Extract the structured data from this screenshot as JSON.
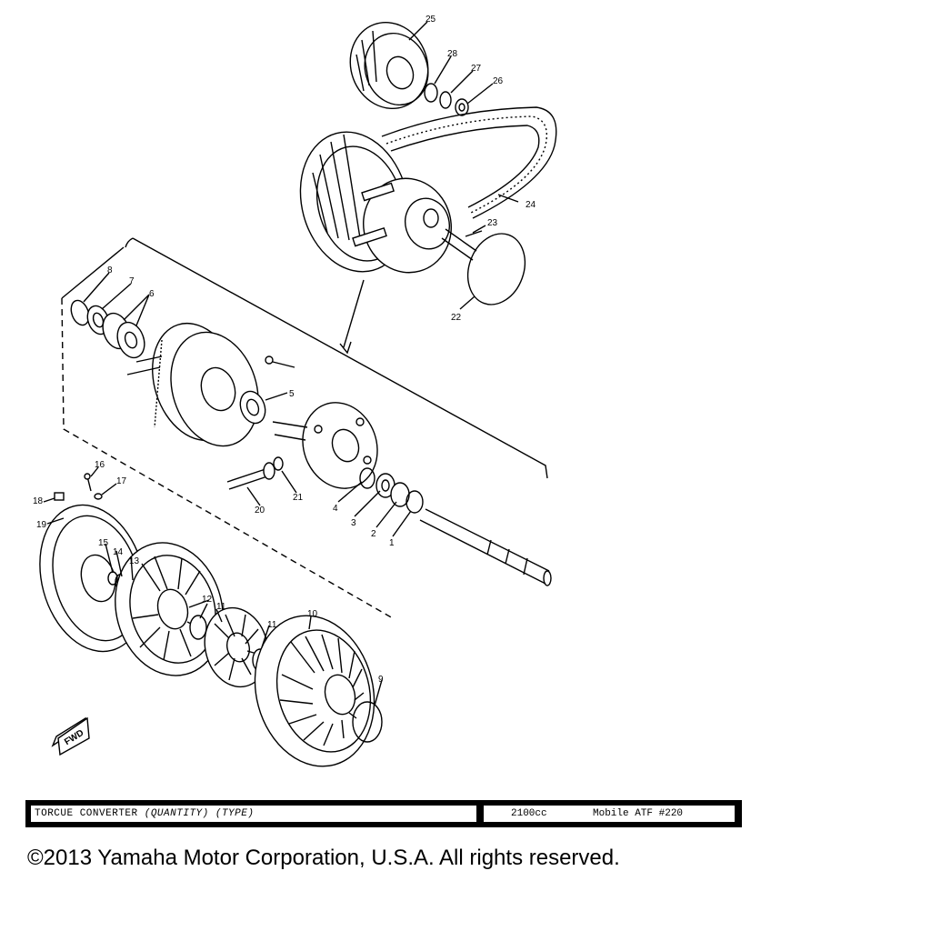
{
  "parts": [
    {
      "n": "1"
    },
    {
      "n": "2"
    },
    {
      "n": "3"
    },
    {
      "n": "4"
    },
    {
      "n": "5"
    },
    {
      "n": "6"
    },
    {
      "n": "7"
    },
    {
      "n": "8"
    },
    {
      "n": "9"
    },
    {
      "n": "10"
    },
    {
      "n": "11"
    },
    {
      "n": "11"
    },
    {
      "n": "12"
    },
    {
      "n": "13"
    },
    {
      "n": "14"
    },
    {
      "n": "15"
    },
    {
      "n": "16"
    },
    {
      "n": "17"
    },
    {
      "n": "18"
    },
    {
      "n": "19"
    },
    {
      "n": "20"
    },
    {
      "n": "21"
    },
    {
      "n": "22"
    },
    {
      "n": "23"
    },
    {
      "n": "24"
    },
    {
      "n": "25"
    },
    {
      "n": "26"
    },
    {
      "n": "27"
    },
    {
      "n": "28"
    }
  ],
  "fwd_label": "FWD",
  "caption": {
    "title": "TORCUE CONVERTER",
    "title_note": "(QUANTITY) (TYPE)",
    "quantity": "2100cc",
    "type": "Mobile ATF #220"
  },
  "copyright": "©2013 Yamaha Motor Corporation, U.S.A. All rights reserved."
}
